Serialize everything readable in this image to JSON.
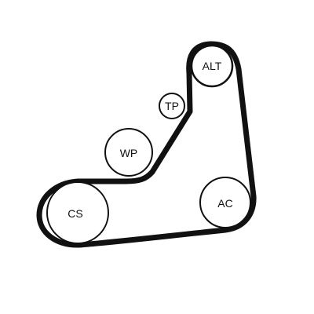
{
  "colors": {
    "belt": "#111111",
    "pulley_fill": "#ffffff",
    "pulley_stroke": "#111111",
    "background": "#ffffff"
  },
  "pulleys": {
    "alt": {
      "label": "ALT"
    },
    "tp": {
      "label": "TP"
    },
    "wp": {
      "label": "WP"
    },
    "cs": {
      "label": "CS"
    },
    "ac": {
      "label": "AC"
    }
  }
}
